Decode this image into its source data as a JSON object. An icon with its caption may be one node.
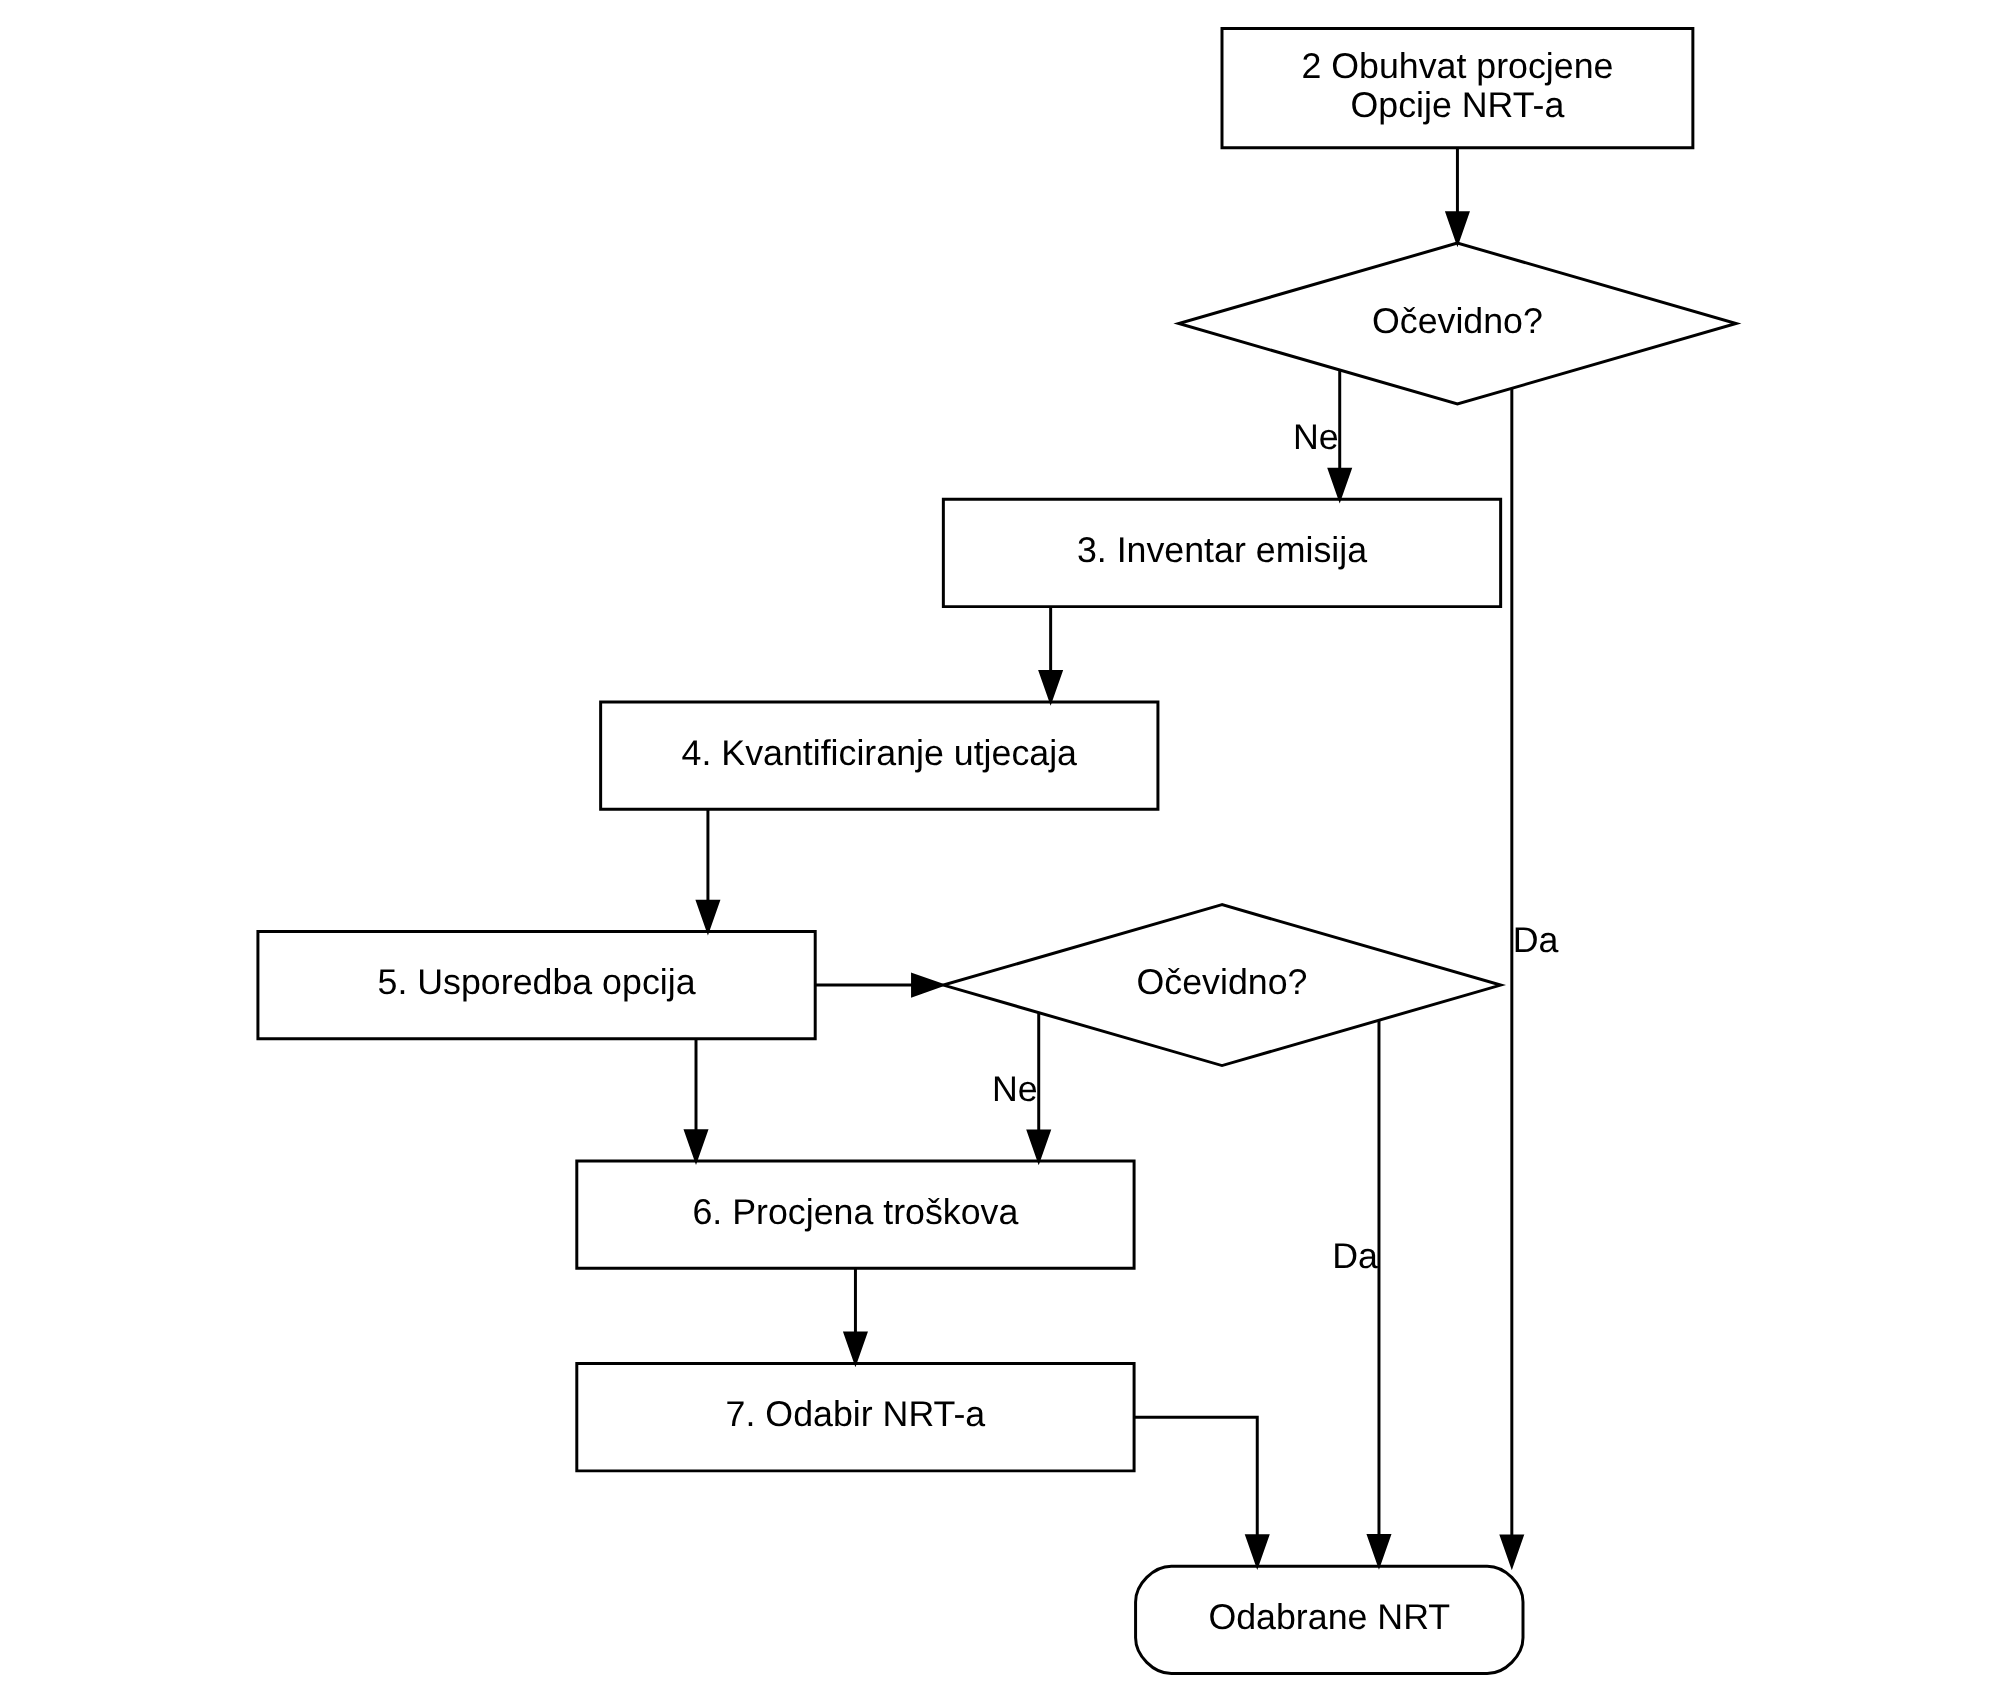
{
  "diagram": {
    "nodes": [
      {
        "text": [
          "2 Obuhvat procjene",
          "Opcije NRT-a"
        ]
      },
      {
        "text": [
          "Očevidno?"
        ]
      },
      {
        "text": [
          "3. Inventar emisija"
        ]
      },
      {
        "text": [
          "4. Kvantificiranje utjecaja"
        ]
      },
      {
        "text": [
          "5. Usporedba opcija"
        ]
      },
      {
        "text": [
          "Očevidno?"
        ]
      },
      {
        "text": [
          "6. Procjena troškova"
        ]
      },
      {
        "text": [
          "7. Odabir NRT-a"
        ]
      },
      {
        "text": [
          "Odabrane NRT"
        ]
      }
    ],
    "edges": [
      {
        "from": 0,
        "to": 1,
        "arrow": "to"
      },
      {
        "from": 1,
        "to": 2,
        "arrow": "to",
        "label": "Ne"
      },
      {
        "from": 1,
        "to": 8,
        "arrow": "to",
        "label": "Da"
      },
      {
        "from": 2,
        "to": 3,
        "arrow": "to"
      },
      {
        "from": 3,
        "to": 4,
        "arrow": "to"
      },
      {
        "from": 4,
        "to": 5,
        "arrow": "to"
      },
      {
        "from": 5,
        "to": 8,
        "arrow": "to",
        "label": "Da"
      },
      {
        "from": 5,
        "to": 6,
        "arrow": "to",
        "label": "Ne"
      },
      {
        "from": 4,
        "to": 6,
        "arrow": "to"
      },
      {
        "from": 6,
        "to": 7,
        "arrow": "to"
      },
      {
        "from": 7,
        "to": 8,
        "arrow": "to"
      }
    ]
  }
}
